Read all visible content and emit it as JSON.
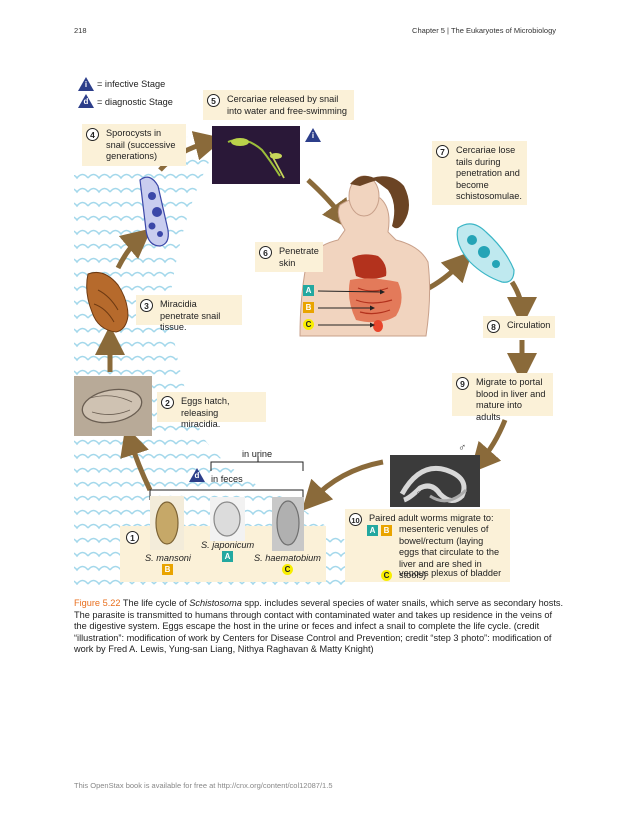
{
  "header": {
    "page_number": "218",
    "chapter": "Chapter 5 | The Eukaryotes of Microbiology"
  },
  "legend": {
    "infective_letter": "i",
    "infective_text": "= infective Stage",
    "diagnostic_letter": "d",
    "diagnostic_text": "= diagnostic Stage"
  },
  "steps": [
    {
      "num": "1",
      "text": ""
    },
    {
      "num": "2",
      "text": "Eggs hatch, releasing miracidia."
    },
    {
      "num": "3",
      "text": "Miracidia penetrate snail tissue."
    },
    {
      "num": "4",
      "text": "Sporocysts in snail (successive generations)"
    },
    {
      "num": "5",
      "text": "Cercariae released by snail into water and free-swimming"
    },
    {
      "num": "6",
      "text": "Penetrate skin"
    },
    {
      "num": "7",
      "text": "Cercariae lose tails during penetration and become schistosomulae."
    },
    {
      "num": "8",
      "text": "Circulation"
    },
    {
      "num": "9",
      "text": "Migrate to portal blood in liver and mature into adults"
    },
    {
      "num": "10",
      "text": "Paired adult worms migrate to:"
    }
  ],
  "markers": {
    "a": "A",
    "b": "B",
    "c": "C"
  },
  "eggs": {
    "in_urine": "in urine",
    "in_feces": "in feces",
    "mansoni": "S. mansoni",
    "japonicum": "S. japonicum",
    "haematobium": "S. haematobium"
  },
  "step10": {
    "ab_text": "mesenteric venules of bowel/rectum (laying eggs that circulate to the liver and are shed in stools)",
    "c_text": "venous plexus of bladder"
  },
  "sex": {
    "male": "♂",
    "female": "♀"
  },
  "caption": {
    "label": "Figure 5.22",
    "before_italic": " The life cycle of ",
    "italic": "Schistosoma",
    "after_italic": " spp. includes several species of water snails, which serve as secondary hosts. The parasite is transmitted to humans through contact with contaminated water and takes up residence in the veins of the digestive system. Eggs escape the host in the urine or feces and infect a snail to complete the life cycle. (credit “illustration”: modification of work by Centers for Disease Control and Prevention; credit “step 3 photo”: modification of work by Fred A. Lewis, Yung-san Liang, Nithya Raghavan & Matty Knight)"
  },
  "footer": "This OpenStax book is available for free at http://cnx.org/content/col12087/1.5",
  "colors": {
    "card_bg": "#fbf1d8",
    "arrow": "#8a6a3a",
    "water": "#8fcfe6",
    "teal": "#23a8a0",
    "orange": "#e9a400",
    "yellow": "#f8ee00",
    "triangle": "#2c3e8a",
    "caption_label": "#e86f1e"
  }
}
